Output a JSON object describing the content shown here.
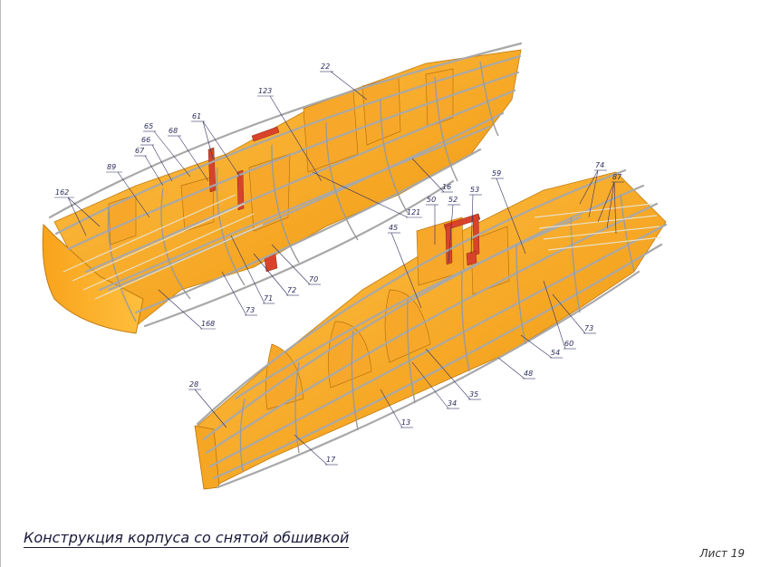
{
  "caption": "Конструкция корпуса со снятой обшивкой",
  "sheet_label": "Лист 19",
  "colors": {
    "plywood": "#f5a623",
    "plywood_dark": "#d98a10",
    "plywood_light": "#ffc24a",
    "stringer": "#a8a8a8",
    "red_part": "#d9432b",
    "leader": "#333366"
  },
  "callouts": {
    "hull_left": [
      "162",
      "89",
      "67",
      "66",
      "65",
      "68",
      "61",
      "123",
      "22",
      "16",
      "121",
      "70",
      "72",
      "71",
      "73",
      "168"
    ],
    "hull_right": [
      "50",
      "52",
      "53",
      "59",
      "74",
      "87",
      "45",
      "73",
      "60",
      "54",
      "48",
      "35",
      "34",
      "13",
      "17",
      "28"
    ]
  }
}
